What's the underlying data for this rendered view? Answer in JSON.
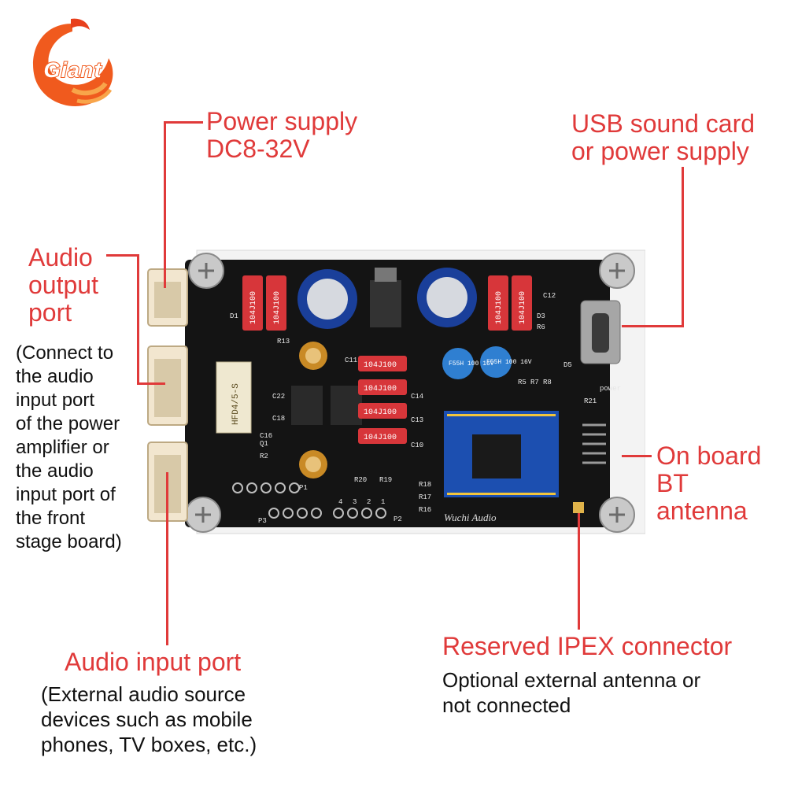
{
  "logo": {
    "text": "Giant"
  },
  "labels": {
    "power_supply": [
      "Power supply",
      "DC8-32V"
    ],
    "usb": [
      "USB sound card",
      "or power supply"
    ],
    "audio_output": [
      "Audio",
      "output",
      "port"
    ],
    "audio_output_note": [
      "(Connect to",
      "the audio",
      "input port",
      "of the power",
      "amplifier or",
      "the audio",
      "input port of",
      "the front",
      "stage board)"
    ],
    "bt_antenna": [
      "On board",
      "BT",
      "antenna"
    ],
    "ipex": "Reserved IPEX connector",
    "ipex_note": [
      "Optional external antenna or",
      "not connected"
    ],
    "audio_input": "Audio input port",
    "audio_input_note": [
      "(External audio source",
      "devices such as mobile",
      "phones, TV boxes, etc.)"
    ]
  },
  "board": {
    "resistors": [
      "104J100",
      "104J100",
      "104J100",
      "104J100",
      "104J100",
      "104J100",
      "104J100",
      "104J100"
    ],
    "relay": "HFD4/5-S",
    "caps_blue": [
      "F55H 100 16V",
      "F55H 100 16V"
    ],
    "silk": [
      "R13",
      "C11",
      "C14",
      "C13",
      "C10",
      "R20",
      "R19",
      "R18",
      "R17",
      "R16",
      "P1",
      "P2",
      "P3",
      "D1",
      "power",
      "R21",
      "C12",
      "D3",
      "R6",
      "D5",
      "R5",
      "R7",
      "R8",
      "C16",
      "C18",
      "C22",
      "R2",
      "Q1"
    ],
    "brand": "Wuchi Audio",
    "pins": [
      "4",
      "3",
      "2",
      "1"
    ]
  },
  "colors": {
    "accent": "#e03a3a",
    "text": "#111111",
    "pcb": "#141414",
    "logo": "#f05a1e"
  }
}
